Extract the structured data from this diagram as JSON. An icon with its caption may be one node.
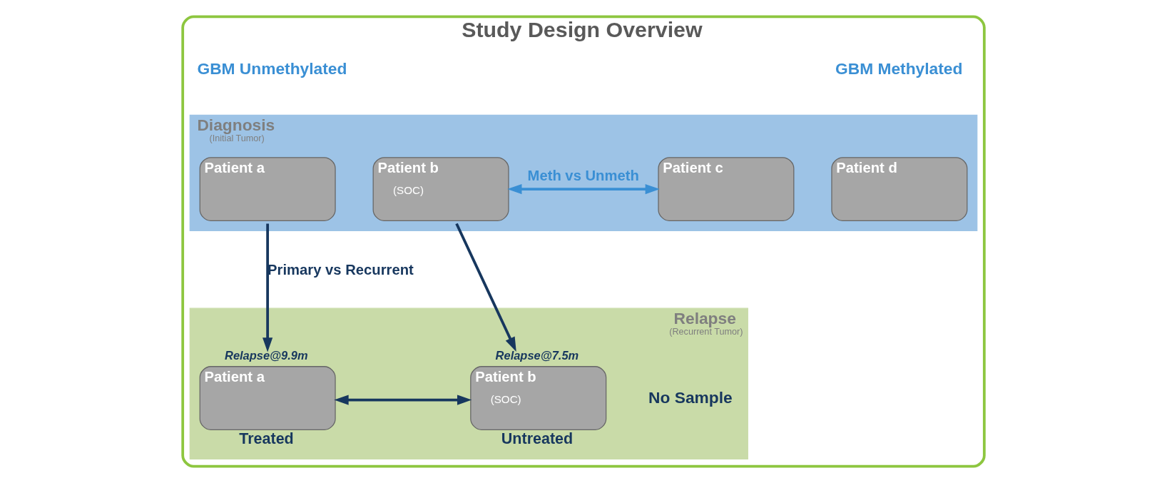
{
  "diagram": {
    "nodes": [
      {
        "text": [
          "Study Design Overview"
        ]
      },
      {
        "text": [
          "Diagnosis",
          "(Initial Tumor)"
        ],
        "in": 0
      },
      {
        "text": [
          "Patient a"
        ],
        "in": 1
      },
      {
        "text": [
          "Patient b",
          "(SOC)"
        ],
        "in": 1
      },
      {
        "text": [
          "Patient c"
        ],
        "in": 1
      },
      {
        "text": [
          "Patient d"
        ],
        "in": 1
      },
      {
        "text": [
          "Relapse",
          "(Recurrent Tumor)"
        ],
        "in": 0
      },
      {
        "text": [
          "Patient a"
        ],
        "in": 6,
        "beside": [
          "Relapse@9.9m",
          "Treated"
        ]
      },
      {
        "text": [
          "Patient b",
          "(SOC)"
        ],
        "in": 6,
        "beside": [
          "Relapse@7.5m",
          "Untreated"
        ]
      }
    ],
    "edges": [
      {
        "from": 2,
        "to": 7,
        "arrow": "to",
        "label": "Primary vs Recurrent"
      },
      {
        "from": 3,
        "to": 8,
        "arrow": "to"
      },
      {
        "from": 3,
        "to": 4,
        "arrow": "both",
        "label": "Meth vs Unmeth",
        "color": "#3a8fd4"
      },
      {
        "from": 7,
        "to": 8,
        "arrow": "both"
      }
    ],
    "labels": [
      "GBM Unmethylated",
      "GBM Methylated",
      "No Sample"
    ]
  }
}
